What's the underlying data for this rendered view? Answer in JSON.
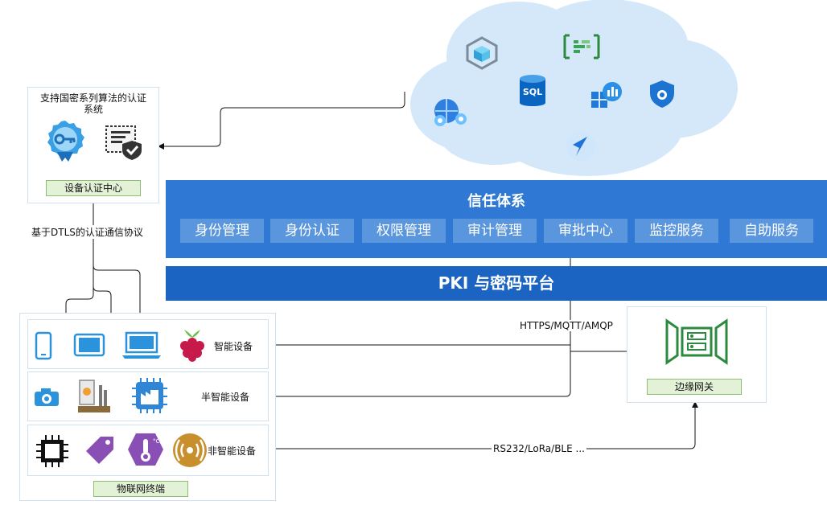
{
  "auth_center": {
    "title": "支持国密系列算法的认证系统",
    "label": "设备认证中心"
  },
  "dtls_note": "基于DTLS的认证通信协议",
  "trust": {
    "title": "信任体系",
    "items": [
      "身份管理",
      "身份认证",
      "权限管理",
      "审计管理",
      "审批中心",
      "监控服务",
      "自助服务"
    ]
  },
  "pki": "PKI 与密码平台",
  "protocol_top": "HTTPS/MQTT/AMQP",
  "protocol_bottom": "RS232/LoRa/BLE ...",
  "edge": {
    "label": "边缘网关"
  },
  "terminals": {
    "label": "物联网终端",
    "smart": "智能设备",
    "semi_smart": "半智能设备",
    "non_smart": "非智能设备"
  },
  "cloud_icons": [
    "sql-icon"
  ],
  "colors": {
    "trust_band": "#2f78d3",
    "pki_band": "#1b64c2",
    "cloud": "#d4e8fa",
    "green_label_bg": "#e3f1d6"
  }
}
